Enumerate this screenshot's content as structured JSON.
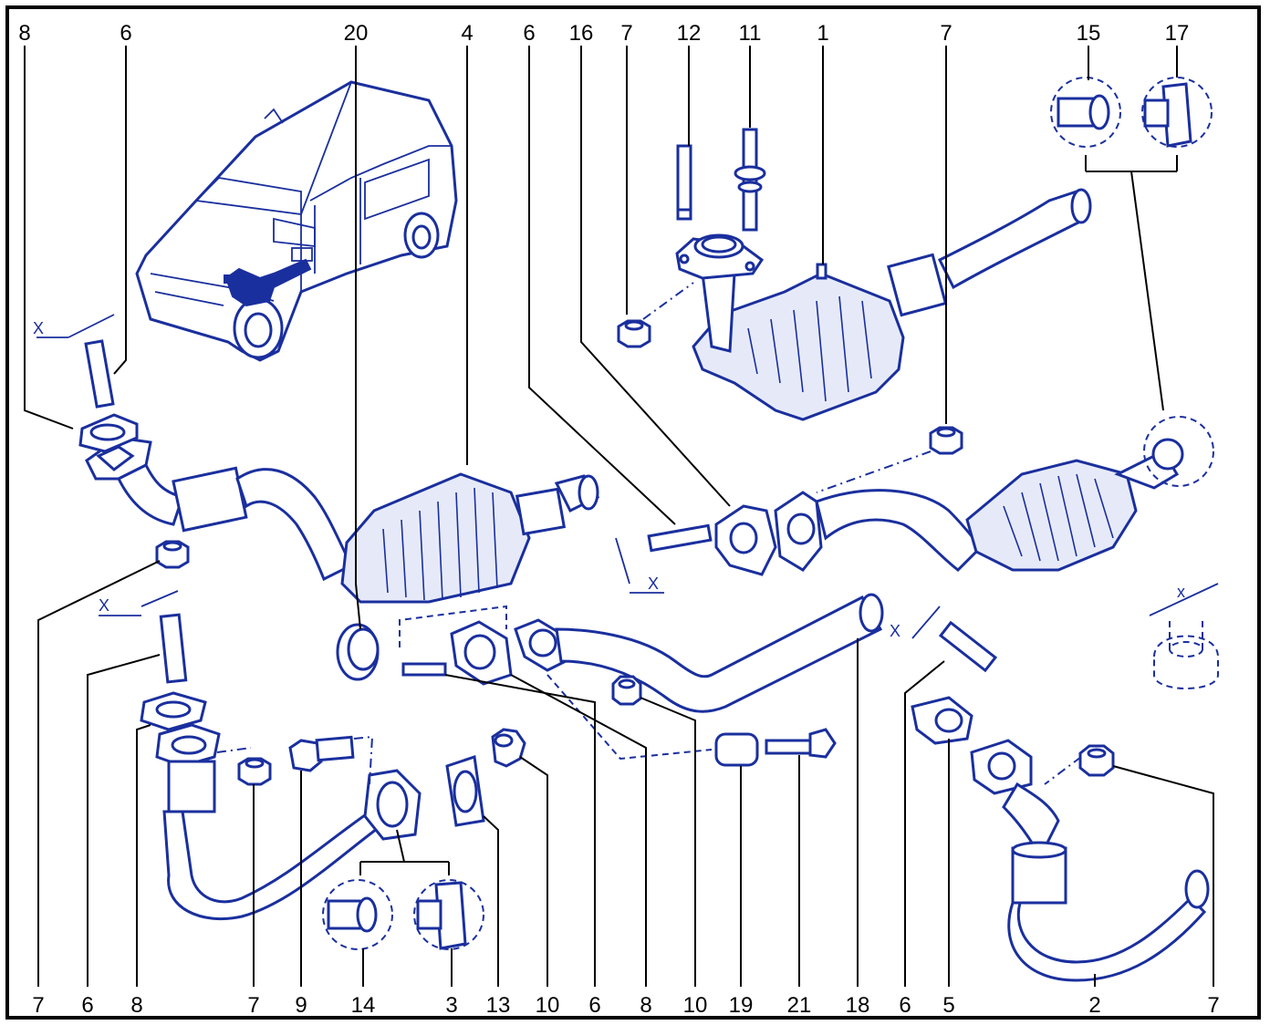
{
  "callouts": {
    "top": [
      {
        "label": "8"
      },
      {
        "label": "6"
      },
      {
        "label": "20"
      },
      {
        "label": "4"
      },
      {
        "label": "6"
      },
      {
        "label": "16"
      },
      {
        "label": "7"
      },
      {
        "label": "12"
      },
      {
        "label": "11"
      },
      {
        "label": "1"
      },
      {
        "label": "7"
      },
      {
        "label": "15"
      },
      {
        "label": "17"
      }
    ],
    "bottom": [
      {
        "label": "7"
      },
      {
        "label": "6"
      },
      {
        "label": "8"
      },
      {
        "label": "7"
      },
      {
        "label": "9"
      },
      {
        "label": "14"
      },
      {
        "label": "3"
      },
      {
        "label": "13"
      },
      {
        "label": "10"
      },
      {
        "label": "6"
      },
      {
        "label": "8"
      },
      {
        "label": "10"
      },
      {
        "label": "19"
      },
      {
        "label": "21"
      },
      {
        "label": "18"
      },
      {
        "label": "6"
      },
      {
        "label": "5"
      },
      {
        "label": "2"
      },
      {
        "label": "7"
      }
    ]
  },
  "dimension_marks": [
    "X",
    "X",
    "X",
    "X",
    "x"
  ],
  "colors": {
    "ink": "#1a2f9e",
    "leader": "#000000"
  }
}
